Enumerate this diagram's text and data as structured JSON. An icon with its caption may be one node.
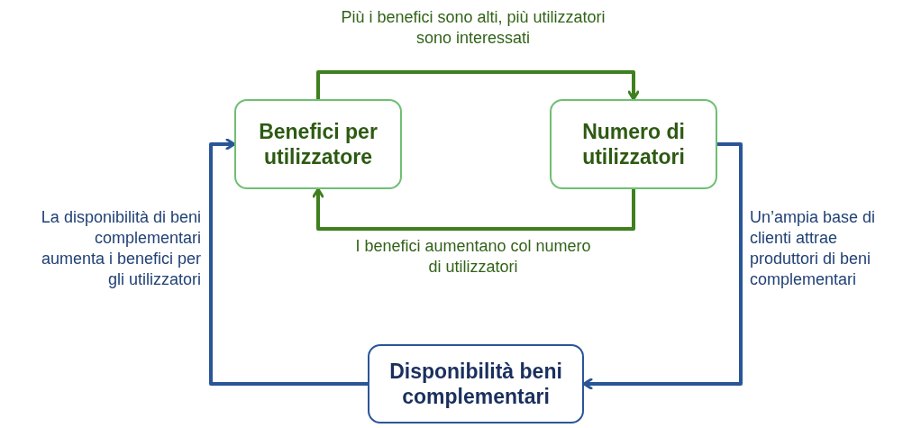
{
  "diagram": {
    "nodes": [
      {
        "text": [
          "Benefici per utilizzatore"
        ]
      },
      {
        "text": [
          "Numero di utilizzatori"
        ]
      },
      {
        "text": [
          "Disponibilità beni complementari"
        ]
      }
    ],
    "edges": [
      {
        "from": 0,
        "to": 1,
        "arrow": "to",
        "label": "Più i benefici sono alti, più utilizzatori sono interessati",
        "color": "#3f7f1f"
      },
      {
        "from": 1,
        "to": 0,
        "arrow": "to",
        "label": "I benefici aumentano col numero di utilizzatori",
        "color": "#3f7f1f"
      },
      {
        "from": 1,
        "to": 2,
        "arrow": "to",
        "label": "Un’ampia base di clienti attrae produttori di beni complementari",
        "color": "#2a5597"
      },
      {
        "from": 2,
        "to": 0,
        "arrow": "to",
        "label": "La disponibilità di beni complementari aumenta i benefici per gli utilizzatori",
        "color": "#2a5597"
      }
    ]
  }
}
